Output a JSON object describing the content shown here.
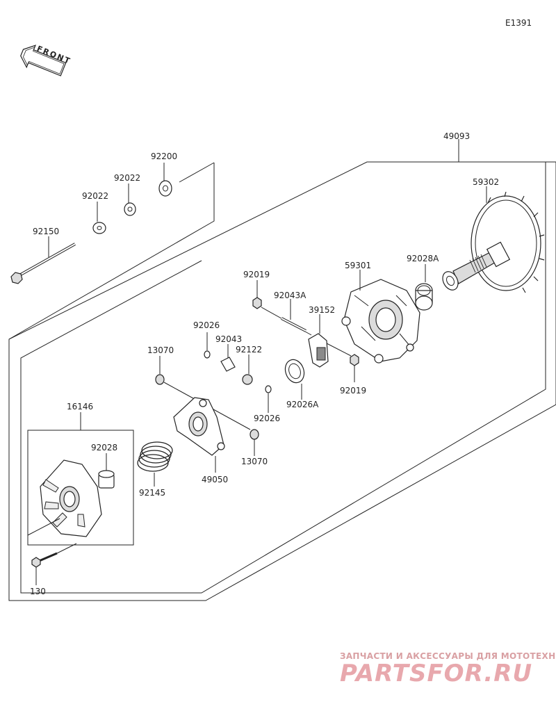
{
  "diagram_code": "E1391",
  "front_label": "FRONT",
  "parts": {
    "p49093": "49093",
    "p59302": "59302",
    "p92200": "92200",
    "p92022a": "92022",
    "p92022b": "92022",
    "p92150": "92150",
    "p92019a": "92019",
    "p92043A": "92043A",
    "p59301": "59301",
    "p92028A": "92028A",
    "p39152": "39152",
    "p92026a": "92026",
    "p92043": "92043",
    "p92122": "92122",
    "p13070a": "13070",
    "p92019b": "92019",
    "p92026A": "92026A",
    "p92026b": "92026",
    "p16146": "16146",
    "p92028": "92028",
    "p13070b": "13070",
    "p92145": "92145",
    "p49050": "49050",
    "p130": "130"
  },
  "watermark": {
    "tagline": "ЗАПЧАСТИ И АКСЕССУАРЫ ДЛЯ МОТОТЕХНИКИ",
    "brand": "PARTSFOR.RU"
  }
}
